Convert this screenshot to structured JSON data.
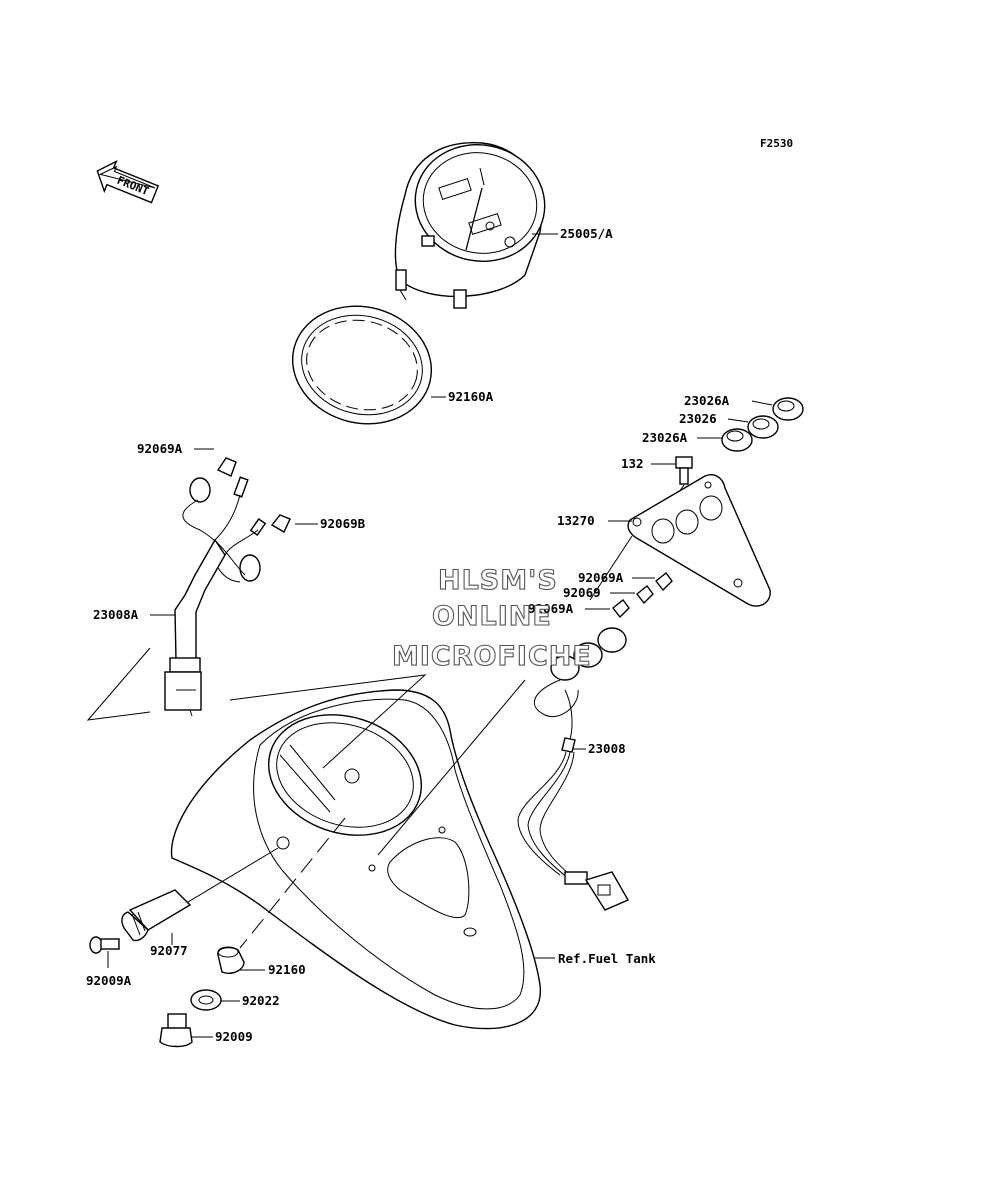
{
  "figure_code": "F2530",
  "front_arrow_label": "FRONT",
  "watermark": [
    "HLSM'S",
    "ONLINE",
    "MICROFICHE"
  ],
  "parts": [
    {
      "id": "meter-assembly",
      "number": "25005/A"
    },
    {
      "id": "meter-ring",
      "number": "92160A"
    },
    {
      "id": "bulb-socket-left-a",
      "number": "92069A"
    },
    {
      "id": "bulb-socket-left-b",
      "number": "92069B"
    },
    {
      "id": "harness-left",
      "number": "23008A"
    },
    {
      "id": "cap-a-top",
      "number": "23026A"
    },
    {
      "id": "cap-b",
      "number": "23026"
    },
    {
      "id": "cap-a-bottom",
      "number": "23026A"
    },
    {
      "id": "screw-132",
      "number": "132"
    },
    {
      "id": "indicator-bracket",
      "number": "13270"
    },
    {
      "id": "bulb-right-a-top",
      "number": "92069A"
    },
    {
      "id": "bulb-right",
      "number": "92069"
    },
    {
      "id": "bulb-right-a-bottom",
      "number": "92069A"
    },
    {
      "id": "harness-right",
      "number": "23008"
    },
    {
      "id": "fuel-tank-ref",
      "number": "Ref.Fuel Tank"
    },
    {
      "id": "knob",
      "number": "92077"
    },
    {
      "id": "screw-92009a",
      "number": "92009A"
    },
    {
      "id": "grommet",
      "number": "92160"
    },
    {
      "id": "washer",
      "number": "92022"
    },
    {
      "id": "bolt",
      "number": "92009"
    }
  ]
}
